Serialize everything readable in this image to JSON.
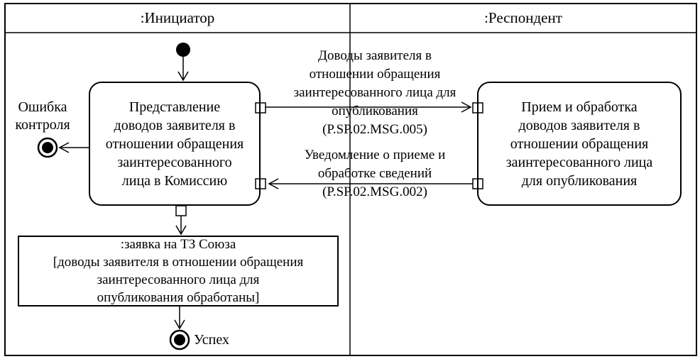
{
  "diagram": {
    "type": "uml-activity-swimlane-diagram",
    "colors": {
      "ink": "#000000",
      "background": "#ffffff"
    }
  },
  "lanes": {
    "initiator": {
      "label": ":Инициатор"
    },
    "respondent": {
      "label": ":Респондент"
    }
  },
  "nodes": {
    "initiator_activity": {
      "lines": [
        "Представление",
        "доводов заявителя в",
        "отношении обращения",
        "заинтересованного",
        "лица в Комиссию"
      ]
    },
    "respondent_activity": {
      "lines": [
        "Прием и обработка",
        "доводов заявителя в",
        "отношении обращения",
        "заинтересованного лица",
        "для опубликования"
      ]
    },
    "object_node": {
      "lines": [
        ":заявка на ТЗ Союза",
        "[доводы заявителя в отношении обращения",
        "заинтересованного лица для",
        "опубликования обработаны]"
      ]
    },
    "error_final": {
      "label_lines": [
        "Ошибка",
        "контроля"
      ]
    },
    "success_final": {
      "label": "Успех"
    }
  },
  "messages": {
    "request": {
      "lines": [
        "Доводы заявителя в",
        "отношении обращения",
        "заинтересованного лица для",
        "опубликования",
        "(P.SP.02.MSG.005)"
      ]
    },
    "response": {
      "lines": [
        "Уведомление о приеме и",
        "обработке сведений",
        "(P.SP.02.MSG.002)"
      ]
    }
  }
}
